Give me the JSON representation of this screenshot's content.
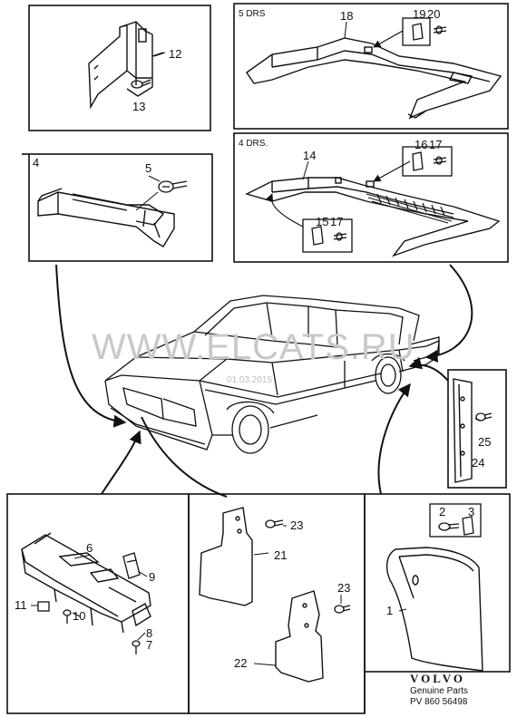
{
  "panels": {
    "top_left": {
      "callouts": [
        "12",
        "13"
      ]
    },
    "top_right_5drs": {
      "title": "5 DRS",
      "callouts": [
        "18",
        "19",
        "20"
      ]
    },
    "middle_right_4drs": {
      "title": "4 DRS.",
      "callouts": [
        "14",
        "16",
        "17",
        "15",
        "17"
      ]
    },
    "middle_left": {
      "callouts": [
        "4",
        "5"
      ]
    },
    "right_small": {
      "callouts": [
        "24",
        "25"
      ]
    },
    "bottom_left": {
      "callouts": [
        "6",
        "9",
        "11",
        "10",
        "8",
        "7"
      ]
    },
    "bottom_middle": {
      "callouts": [
        "23",
        "21",
        "23",
        "22"
      ]
    },
    "bottom_right": {
      "callouts": [
        "2",
        "3",
        "1"
      ]
    }
  },
  "watermark": {
    "text": "WWW.ELCATS.RU",
    "date": "01.03.2015"
  },
  "brand": {
    "logo": "VOLVO",
    "line1": "Genuine Parts",
    "line2": "PV 860 56498"
  }
}
